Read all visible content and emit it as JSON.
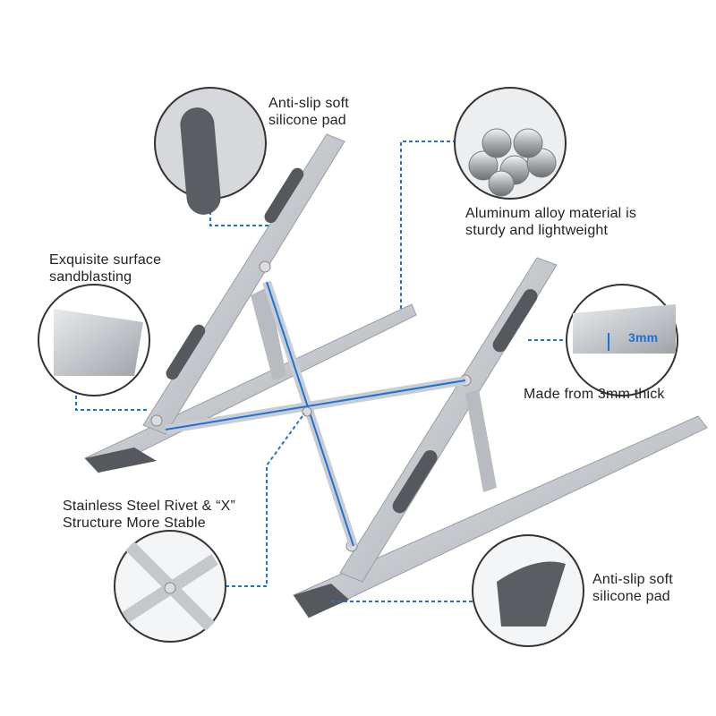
{
  "callouts": {
    "top_pad": {
      "line1": "Anti-slip soft",
      "line2": "silicone pad"
    },
    "aluminum": {
      "line1": "Aluminum alloy material is",
      "line2": "sturdy and lightweight"
    },
    "sandblasting": {
      "line1": "Exquisite surface",
      "line2": "sandblasting"
    },
    "thickness": {
      "text": "Made from 3mm thick",
      "badge": "3mm"
    },
    "rivet": {
      "line1": "Stainless Steel Rivet &  “X”",
      "line2": "Structure More Stable"
    },
    "bottom_pad": {
      "line1": "Anti-slip soft",
      "line2": "silicone pad"
    }
  },
  "colors": {
    "accent": "#1a73d9",
    "metal": "#c9ccd0",
    "pad": "#55585c"
  }
}
